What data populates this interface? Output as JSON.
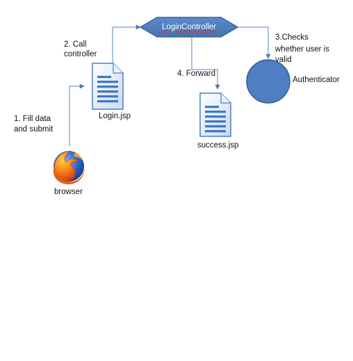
{
  "nodes": {
    "controller": {
      "label": "LoginController"
    },
    "login_page": {
      "label": "Login.jsp"
    },
    "success_page": {
      "label": "success.jsp"
    },
    "authenticator": {
      "label": "Authenticator"
    },
    "browser": {
      "label": "browser"
    }
  },
  "steps": {
    "step1": {
      "line1": "1. Fill  data",
      "line2": "and submit"
    },
    "step2": {
      "line1": "2. Call",
      "line2": "controller"
    },
    "step3": {
      "line1": "3.Checks",
      "line2": "whether user is",
      "line3": "valid"
    },
    "step4": {
      "line1": "4. Forward"
    }
  },
  "colors": {
    "controller_fill": "#4e7fc0",
    "controller_stroke": "#3a6399",
    "authenticator_fill": "#4f7fc2",
    "authenticator_stroke": "#385d8e",
    "connector": "#5a86bf",
    "document_blue": "#3e78c4",
    "document_light": "#dce8f6"
  },
  "icons": {
    "login_page": "document-icon",
    "success_page": "document-icon",
    "browser": "firefox-icon"
  }
}
